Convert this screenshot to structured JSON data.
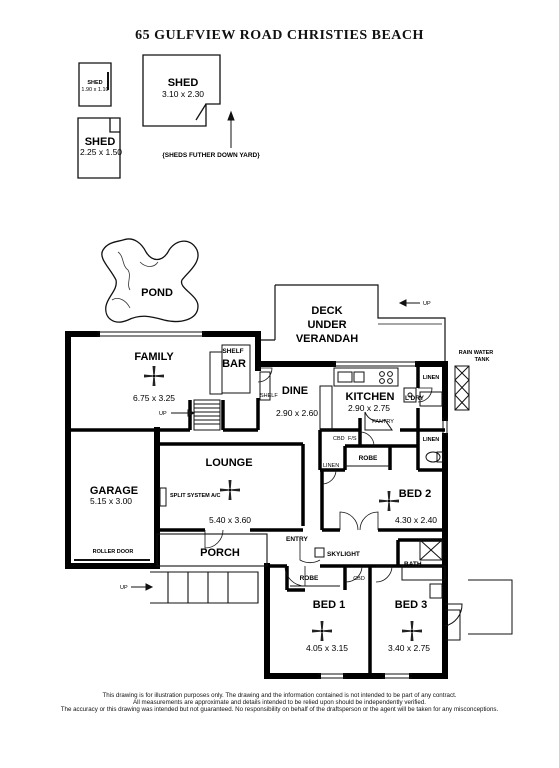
{
  "title": "65 GULFVIEW ROAD CHRISTIES BEACH",
  "sheds": {
    "small": {
      "name": "SHED",
      "dims": "1.90 x 1.10"
    },
    "large": {
      "name": "SHED",
      "dims": "3.10 x 2.30"
    },
    "medium": {
      "name": "SHED",
      "dims": "2.25 x 1.50"
    },
    "note": "{SHEDS FUTHER DOWN YARD}"
  },
  "outdoor": {
    "pond": "POND",
    "deck": [
      "DECK",
      "UNDER",
      "VERANDAH"
    ],
    "rain_tank": [
      "RAIN WATER",
      "TANK"
    ],
    "up": "UP"
  },
  "rooms": {
    "family": {
      "name": "FAMILY",
      "dims": "6.75 x 3.25"
    },
    "bar": "BAR",
    "shelf": "SHELF",
    "dine": {
      "name": "DINE",
      "dims": "2.90 x 2.60"
    },
    "kitchen": {
      "name": "KITCHEN",
      "dims": "2.90 x 2.75"
    },
    "laundry": "L'DRY",
    "linen": "LINEN",
    "pantry": "PANTRY",
    "cbd": "CBD",
    "fs": "F/S",
    "robe": "ROBE",
    "garage": {
      "name": "GARAGE",
      "dims": "5.15 x 3.00"
    },
    "roller_door": "ROLLER DOOR",
    "lounge": {
      "name": "LOUNGE",
      "dims": "5.40 x 3.60"
    },
    "split_ac": "SPLIT SYSTEM A/C",
    "bed2": {
      "name": "BED 2",
      "dims": "4.30 x 2.40"
    },
    "entry": "ENTRY",
    "skylight": "SKYLIGHT",
    "porch": "PORCH",
    "bath": "BATH",
    "bed1": {
      "name": "BED 1",
      "dims": "4.05 x 3.15"
    },
    "bed3": {
      "name": "BED 3",
      "dims": "3.40 x 2.75"
    }
  },
  "disclaimer": [
    "This drawing is for illustration purposes only. The drawing and the information contained is not intended to be part of any contract.",
    "All measurements are approximate and details intended to be relied upon should be independently verified.",
    "The accuracy or this drawing was intended but not guaranteed. No responsibility on behalf of the draftsperson or the agent will be taken for any misconceptions."
  ]
}
